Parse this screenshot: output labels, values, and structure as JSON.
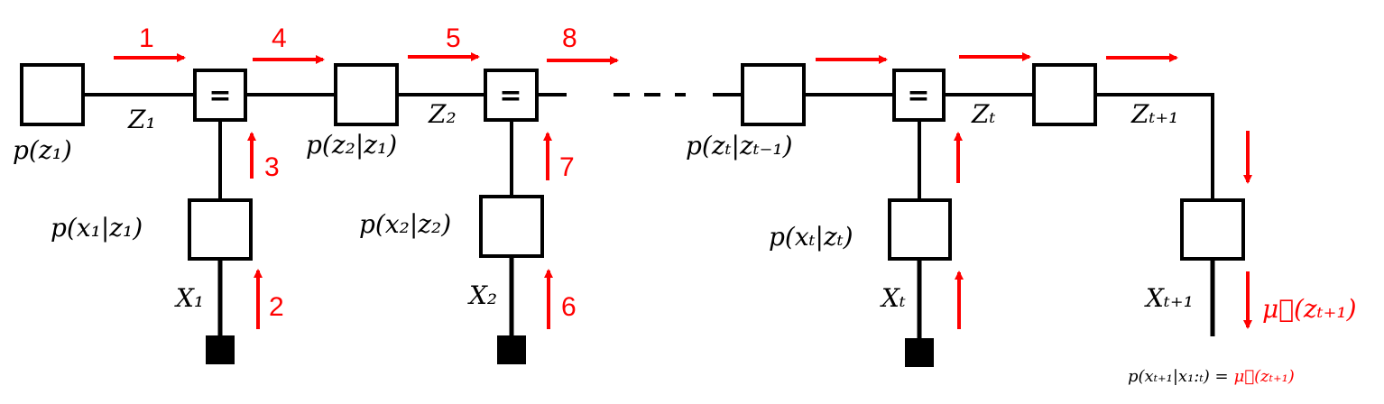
{
  "equality_symbol": "=",
  "variables": {
    "z1": "Z₁",
    "z2": "Z₂",
    "zt": "Zₜ",
    "zt1": "Zₜ₊₁",
    "x1": "X₁",
    "x2": "X₂",
    "xt": "Xₜ",
    "xt1": "Xₜ₊₁"
  },
  "factors": {
    "prior": "p(z₁)",
    "trans_2_1": "p(z₂|z₁)",
    "trans_t": "p(zₜ|zₜ₋₁)",
    "emit_1": "p(x₁|z₁)",
    "emit_2": "p(x₂|z₂)",
    "emit_t": "p(xₜ|zₜ)"
  },
  "messages": {
    "m1": "1",
    "m2": "2",
    "m3": "3",
    "m4": "4",
    "m5": "5",
    "m6": "6",
    "m7": "7",
    "m8": "8",
    "mu_final": "μ⃗(zₜ₊₁)"
  },
  "result": {
    "lhs": "p(xₜ₊₁|x₁:ₜ) =",
    "rhs": "μ⃗(zₜ₊₁)"
  },
  "colors": {
    "message": "#ff0000",
    "graph": "#000000"
  }
}
